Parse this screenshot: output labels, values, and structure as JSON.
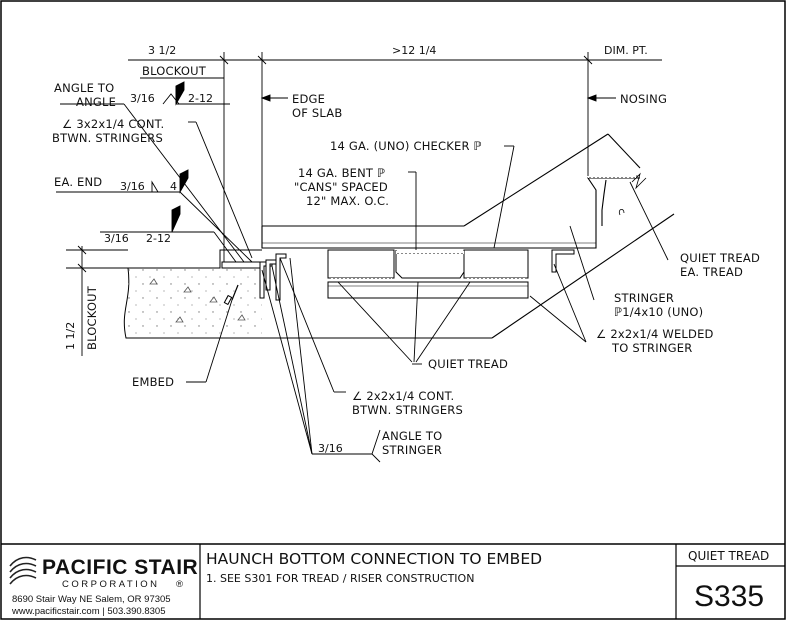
{
  "drawing": {
    "dimensions": {
      "blockout_width": "3 1/2",
      "tread_span": ">12 1/4",
      "dim_point": "DIM. PT.",
      "blockout_depth": "1 1/2"
    },
    "labels": {
      "blockout_top": "BLOCKOUT",
      "blockout_side": "BLOCKOUT",
      "angle_to_angle_1": "ANGLE TO",
      "angle_to_angle_2": "ANGLE",
      "weld_316": "3/16",
      "weld_2_12": "2-12",
      "angle_cont_1": "∠ 3x2x1/4 CONT.",
      "angle_cont_2": "BTWN. STRINGERS",
      "ea_end": "EA. END",
      "weld_316_b": "3/16",
      "weld_4": "4",
      "weld_316_c": "3/16",
      "weld_2_12_c": "2-12",
      "edge_of_slab_1": "EDGE",
      "edge_of_slab_2": "OF SLAB",
      "nosing": "NOSING",
      "checker_pl": "14 GA. (UNO) CHECKER ℙ",
      "bent_pl_1": "14 GA. BENT ℙ",
      "bent_pl_2": "\"CANS\" SPACED",
      "bent_pl_3": "12\" MAX. O.C.",
      "quiet_tread_ea_1": "QUIET TREAD",
      "quiet_tread_ea_2": "EA. TREAD",
      "stringer_1": "STRINGER",
      "stringer_2": "ℙ1/4x10 (UNO)",
      "angle_welded_1": "∠ 2x2x1/4 WELDED",
      "angle_welded_2": "TO STRINGER",
      "quiet_tread": "QUIET TREAD",
      "embed": "EMBED",
      "angle_cont2_1": "∠ 2x2x1/4 CONT.",
      "angle_cont2_2": "BTWN. STRINGERS",
      "weld_316_d": "3/16",
      "angle_to_stringer_1": "ANGLE TO",
      "angle_to_stringer_2": "STRINGER"
    }
  },
  "title_block": {
    "company": "PACIFIC STAIR",
    "corporation": "CORPORATION",
    "registered": "®",
    "address": "8690 Stair Way NE Salem, OR 97305",
    "contact": "www.pacificstair.com  |  503.390.8305",
    "title": "HAUNCH BOTTOM CONNECTION TO EMBED",
    "note": "1.  SEE S301 FOR TREAD / RISER CONSTRUCTION",
    "category": "QUIET TREAD",
    "sheet_number": "S335"
  }
}
